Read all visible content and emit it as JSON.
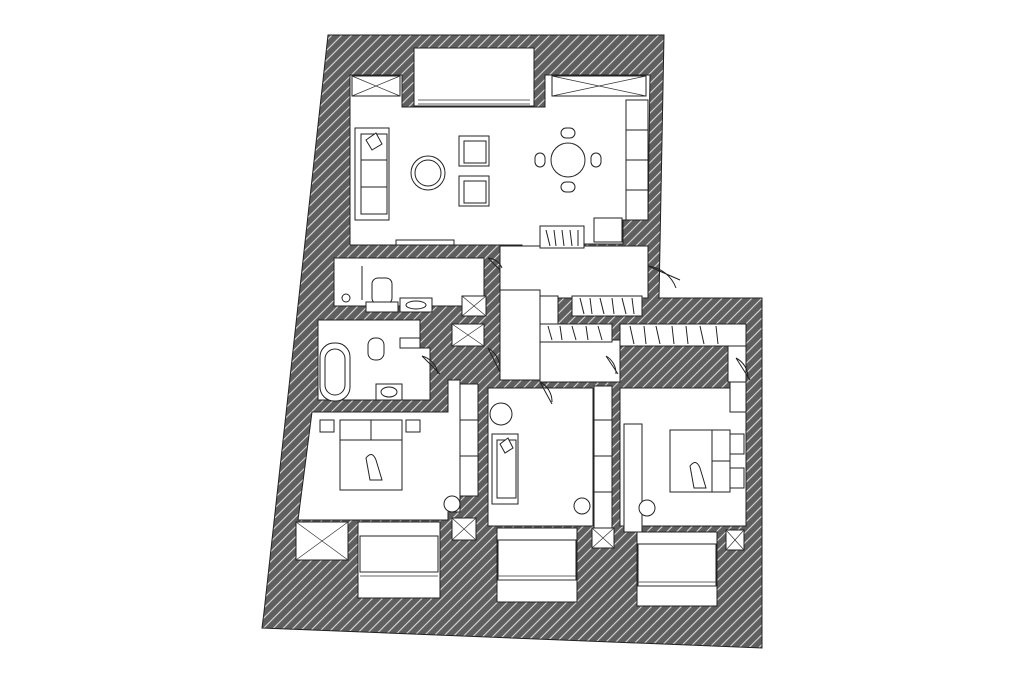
{
  "drawing": {
    "kind": "apartment-floor-plan",
    "wall_fill": "#5f5f5f",
    "wall_hatch": "#d9d9d9",
    "line_color": "#222222",
    "background": "#ffffff"
  },
  "rooms": [
    {
      "id": "living-dining",
      "furniture": [
        "sofa",
        "round-coffee-table",
        "armchair",
        "armchair",
        "dining-table",
        "dining-chair",
        "dining-chair",
        "dining-chair",
        "dining-chair",
        "kitchen-counter",
        "wall-shelf"
      ]
    },
    {
      "id": "guest-wc",
      "furniture": [
        "toilet",
        "vanity-sink",
        "shower-valve"
      ]
    },
    {
      "id": "bathroom",
      "furniture": [
        "bathtub",
        "toilet",
        "vanity-sink"
      ]
    },
    {
      "id": "bedroom-left",
      "furniture": [
        "double-bed",
        "nightstand",
        "nightstand",
        "wardrobe",
        "chair"
      ]
    },
    {
      "id": "kids-room",
      "furniture": [
        "sofa",
        "round-table",
        "chair",
        "desk"
      ]
    },
    {
      "id": "bedroom-right",
      "furniture": [
        "double-bed",
        "wardrobe",
        "chair",
        "nightstand"
      ]
    },
    {
      "id": "hallway",
      "furniture": [
        "bookshelf",
        "bookshelf",
        "bookshelf",
        "shoe-cabinet"
      ]
    }
  ]
}
